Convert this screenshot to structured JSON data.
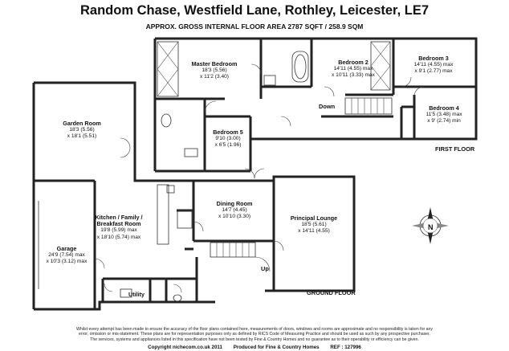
{
  "title": "Random Chase, Westfield Lane, Rothley, Leicester, LE7",
  "area": "APPROX. GROSS INTERNAL FLOOR AREA 2787 SQFT / 258.9 SQM",
  "floors": {
    "first": "FIRST FLOOR",
    "ground": "GROUND FLOOR"
  },
  "labels": {
    "down": "Down",
    "up": "Up",
    "compass": "N"
  },
  "rooms": {
    "master_bedroom": {
      "name": "Master Bedroom",
      "l1": "18'3 (5.56)",
      "l2": "x 11'2 (3.40)"
    },
    "bedroom2": {
      "name": "Bedroom 2",
      "l1": "14'11 (4.55) max",
      "l2": "x 10'11 (3.33) max"
    },
    "bedroom3": {
      "name": "Bedroom 3",
      "l1": "14'11 (4.55) max",
      "l2": "x 9'1 (2.77) max"
    },
    "bedroom4": {
      "name": "Bedroom 4",
      "l1": "11'5 (3.48) max",
      "l2": "x 9' (2.74) min"
    },
    "bedroom5": {
      "name": "Bedroom 5",
      "l1": "9'10 (3.00)",
      "l2": "x 6'5 (1.96)"
    },
    "garden_room": {
      "name": "Garden Room",
      "l1": "18'3 (5.56)",
      "l2": "x 18'1 (5.51)"
    },
    "kitchen": {
      "name": "Kitchen / Family /",
      "name2": "Breakfast Room",
      "l1": "19'8 (5.99) max",
      "l2": "x 18'10 (5.74) max"
    },
    "dining": {
      "name": "Dining Room",
      "l1": "14'7 (4.45)",
      "l2": "x 10'10 (3.30)"
    },
    "lounge": {
      "name": "Principal Lounge",
      "l1": "18'5 (5.61)",
      "l2": "x 14'11 (4.55)"
    },
    "garage": {
      "name": "Garage",
      "l1": "24'9 (7.54) max",
      "l2": "x 10'3 (3.12) max"
    },
    "utility": {
      "name": "Utility"
    }
  },
  "disclaimer": [
    "Whilst every attempt has been made to ensure the accuracy of the floor plans contained here, measurements of doors, windows and rooms are approximate and no responsibility is taken for any",
    "error, omission or mis-statement. These plans are for representation purposes only as defined by RICS Code of Measuring Practice and should be used as such by any prospective purchaser.",
    "The services, systems and appliances listed in this specification have not been tested by Fine & Country Homes and no guarantee as to their operability or efficiency can be given."
  ],
  "footer": {
    "copyright": "Copyright nichecom.co.uk 2011",
    "produced": "Produced for Fine & Country Homes",
    "ref": "REF : 127996"
  }
}
